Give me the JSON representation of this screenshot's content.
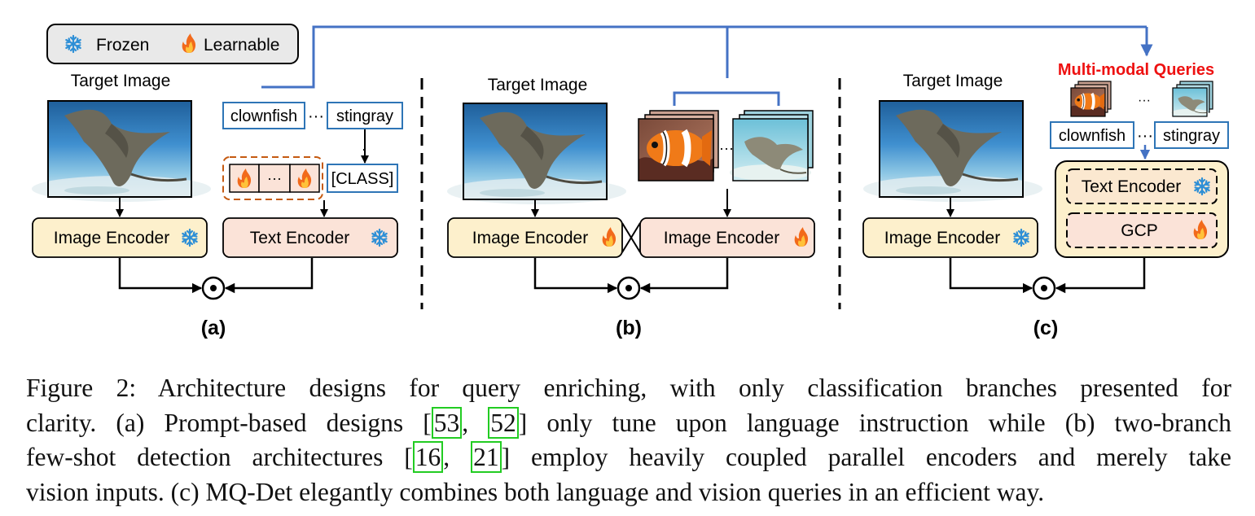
{
  "legend": {
    "frozen": "Frozen",
    "learnable": "Learnable"
  },
  "panel_a": {
    "target_image": "Target Image",
    "class_left": "clownfish",
    "ellipsis": "···",
    "class_right": "stingray",
    "class_token": "[CLASS]",
    "prompt_ellipsis": "···",
    "image_encoder": "Image Encoder",
    "text_encoder": "Text Encoder",
    "label": "(a)"
  },
  "panel_b": {
    "target_image": "Target Image",
    "ellipsis": "···",
    "image_encoder_left": "Image Encoder",
    "image_encoder_right": "Image Encoder",
    "label": "(b)"
  },
  "panel_c": {
    "target_image": "Target Image",
    "queries_title": "Multi-modal Queries",
    "query_ellipsis": "···",
    "class_left": "clownfish",
    "ellipsis": "···",
    "class_right": "stingray",
    "image_encoder": "Image Encoder",
    "text_encoder": "Text Encoder",
    "gcp": "GCP",
    "label": "(c)"
  },
  "caption": {
    "line1": "Figure 2: Architecture designs for query enriching, with only classification branches presented for",
    "line2_a": "clarity. (a) Prompt-based designs [",
    "cite_53": "53",
    "sep1": ", ",
    "cite_52": "52",
    "line2_b": "] only tune upon language instruction while (b) two-branch",
    "line3_a": "few-shot detection architectures [",
    "cite_16": "16",
    "sep2": ", ",
    "cite_21": "21",
    "line3_b": "] employ heavily coupled parallel encoders and merely take",
    "line4": "vision inputs. (c) MQ-Det elegantly combines both language and vision queries in an efficient way."
  },
  "colors": {
    "blue_line": "#4472c4",
    "image_encoder_fill": "#fdf0cc",
    "text_encoder_fill": "#fbe3d8",
    "class_box_border": "#2e75b6",
    "prompt_border": "#c55a11",
    "queries_title": "#ee1111",
    "cite_border": "#22cc22"
  },
  "icons": {
    "frozen": "snowflake-icon",
    "learnable": "flame-icon",
    "dot_product": "dot-product-icon"
  }
}
